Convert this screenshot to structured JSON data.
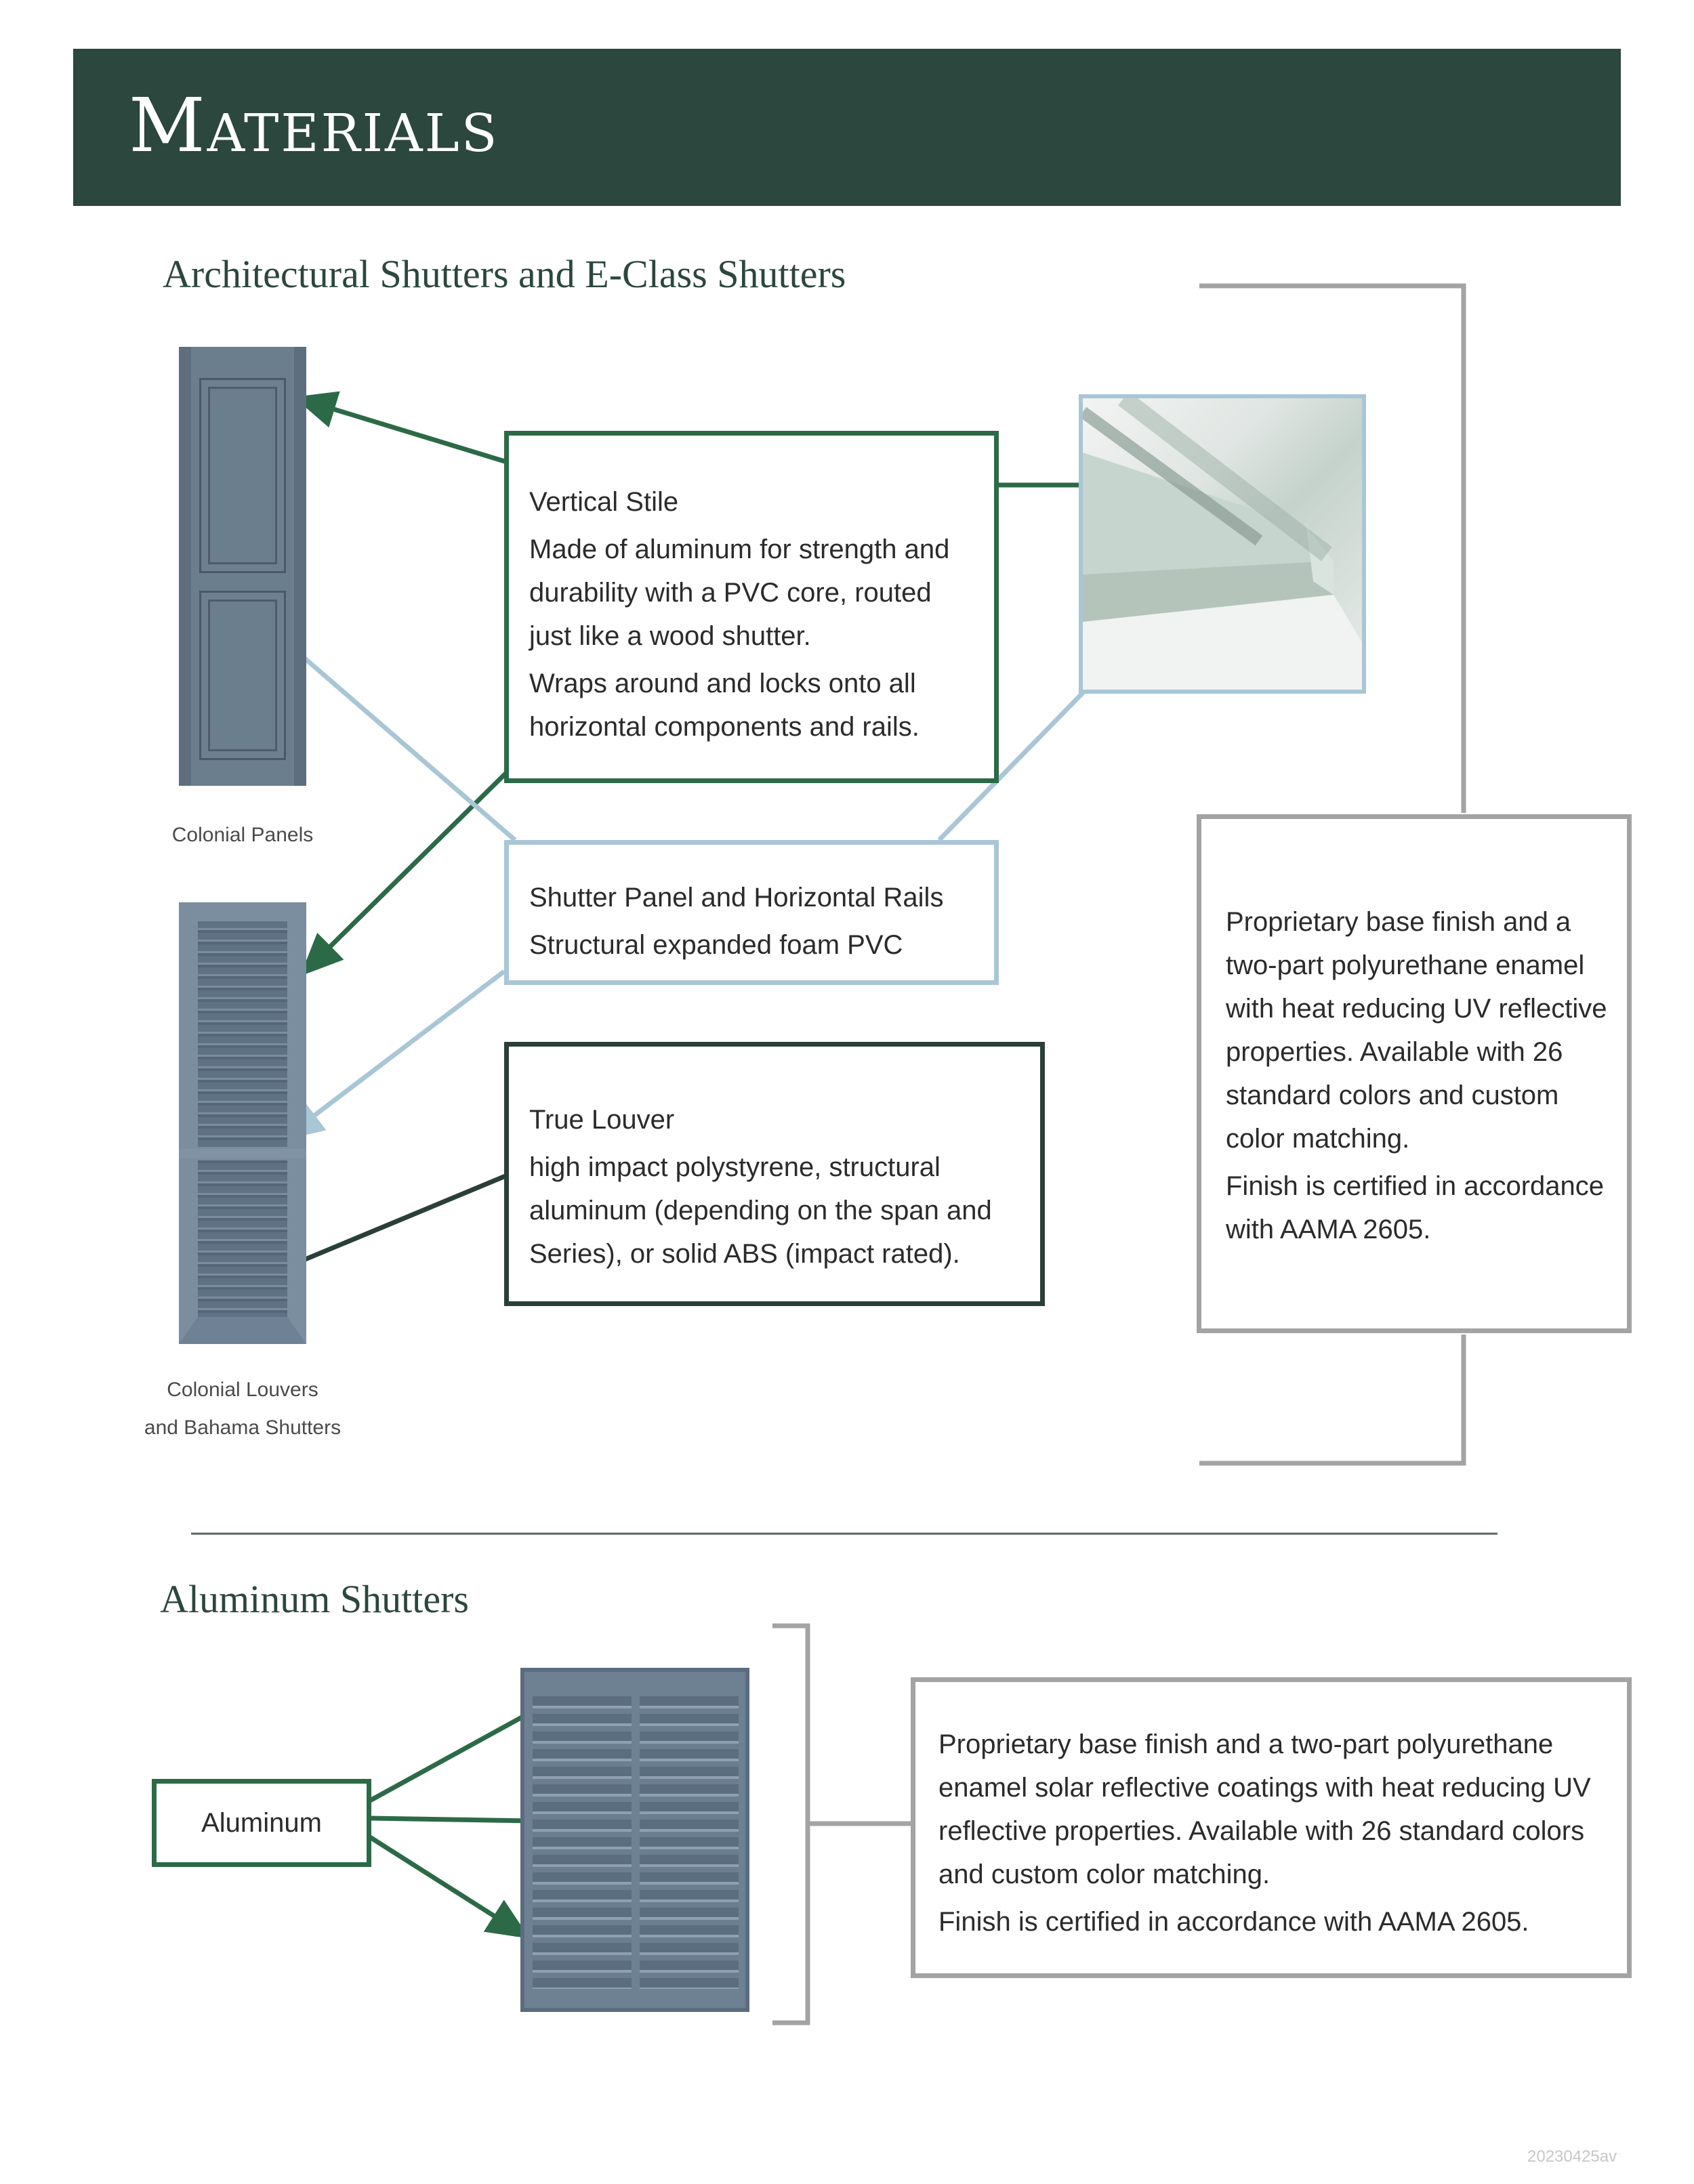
{
  "header": {
    "title": "Materials"
  },
  "colors": {
    "header_bg": "#2c473d",
    "dark_green": "#2c6a47",
    "darkest_green": "#2a3f37",
    "light_blue": "#a9c6d6",
    "gray_bracket": "#a3a3a3"
  },
  "section1": {
    "title": "Architectural Shutters and E-Class Shutters",
    "captions": {
      "panels": "Colonial Panels",
      "louvers_line1": "Colonial Louvers",
      "louvers_line2": "and Bahama Shutters"
    },
    "vertical_stile": {
      "heading": "Vertical Stile",
      "body1": "Made of aluminum for strength and durability with a PVC core, routed just like a wood shutter.",
      "body2": "Wraps around and locks onto all horizontal components and rails."
    },
    "shutter_panel": {
      "heading": "Shutter Panel and Horizontal Rails",
      "body": "Structural expanded foam PVC"
    },
    "true_louver": {
      "heading": "True Louver",
      "body": "high impact polystyrene, structural aluminum (depending on the span and Series), or solid ABS (impact rated)."
    },
    "finish": {
      "body1": "Proprietary base finish and a two-part polyurethane enamel with heat reducing UV reflective properties. Available with 26 standard colors and custom color matching.",
      "body2": "Finish is certified in accordance with AAMA 2605."
    }
  },
  "section2": {
    "title": "Aluminum Shutters",
    "label": "Aluminum",
    "finish": {
      "body1": "Proprietary base finish and a two-part polyurethane enamel solar reflective coatings with heat reducing UV reflective properties. Available with 26 standard colors and custom color matching.",
      "body2": "Finish is certified in accordance with AAMA 2605."
    }
  },
  "footer": {
    "code": "20230425av"
  }
}
